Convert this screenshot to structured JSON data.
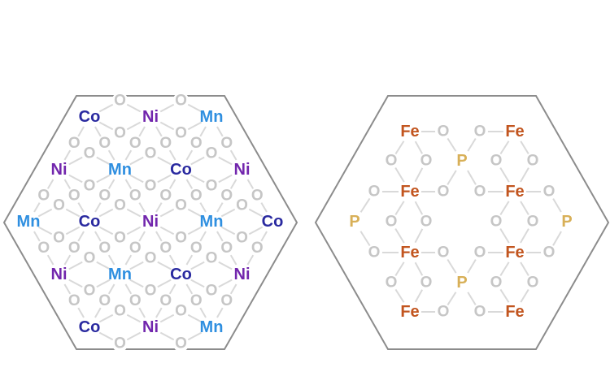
{
  "colors": {
    "frame": "#8c8c8c",
    "bond": "#d9d9d9",
    "oxygen": "#c6c6c6",
    "Co": "#2a2aa0",
    "Ni": "#7226ad",
    "Mn": "#2f8fe0",
    "Fe": "#c2551f",
    "P": "#d8b058"
  },
  "oxygen_label": "O",
  "nmc_panel": {
    "rows": [
      [
        "Co",
        "Ni",
        "Mn"
      ],
      [
        "Ni",
        "Mn",
        "Co",
        "Ni"
      ],
      [
        "Mn",
        "Co",
        "Ni",
        "Mn",
        "Co"
      ],
      [
        "Ni",
        "Mn",
        "Co",
        "Ni"
      ],
      [
        "Co",
        "Ni",
        "Mn"
      ]
    ]
  },
  "lfp_panel": {
    "rows": [
      [
        "Fe",
        "Fe"
      ],
      [
        "P"
      ],
      [
        "Fe",
        "Fe"
      ],
      [
        "P",
        "P"
      ],
      [
        "Fe",
        "Fe"
      ],
      [
        "P"
      ],
      [
        "Fe",
        "Fe"
      ]
    ]
  }
}
